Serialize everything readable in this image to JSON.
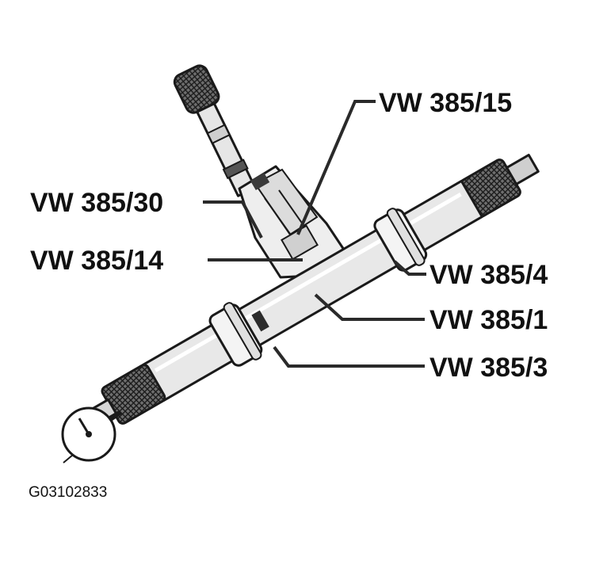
{
  "figure_id": "G03102833",
  "labels": {
    "vw_385_15": "VW 385/15",
    "vw_385_30": "VW 385/30",
    "vw_385_14": "VW 385/14",
    "vw_385_4": "VW 385/4",
    "vw_385_1": "VW 385/1",
    "vw_385_3": "VW 385/3"
  },
  "colors": {
    "ink": "#1a1a1a",
    "tube_fill": "#e6e6e6",
    "knurl_fill": "#777777",
    "background": "#ffffff"
  }
}
